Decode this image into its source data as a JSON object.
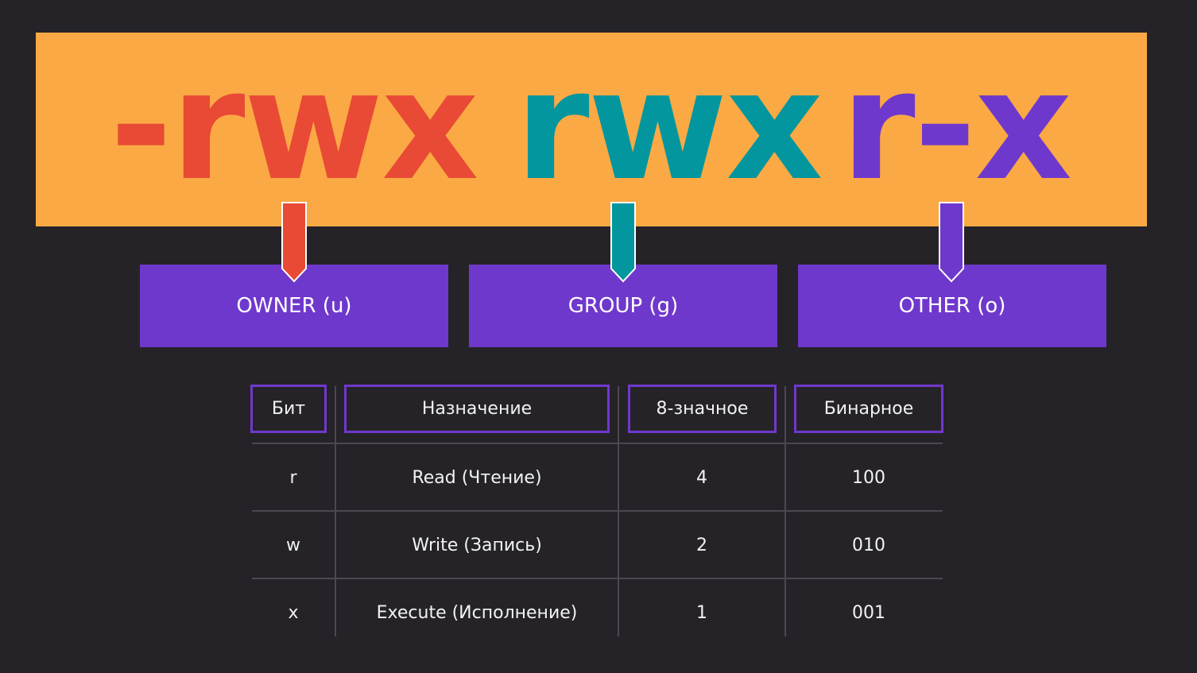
{
  "permissions": {
    "owner": "-rwx",
    "group": "rwx",
    "other": "r-x"
  },
  "colors": {
    "banner": "#fba944",
    "owner": "#e84a35",
    "group": "#04969e",
    "other": "#6f38cc",
    "background": "#252328"
  },
  "roles": {
    "owner": "OWNER (u)",
    "group": "GROUP (g)",
    "other": "OTHER (o)"
  },
  "table": {
    "headers": [
      "Бит",
      "Назначение",
      "8-значное",
      "Бинарное"
    ],
    "rows": [
      [
        "r",
        "Read (Чтение)",
        "4",
        "100"
      ],
      [
        "w",
        "Write (Запись)",
        "2",
        "010"
      ],
      [
        "x",
        "Execute (Исполнение)",
        "1",
        "001"
      ]
    ]
  }
}
